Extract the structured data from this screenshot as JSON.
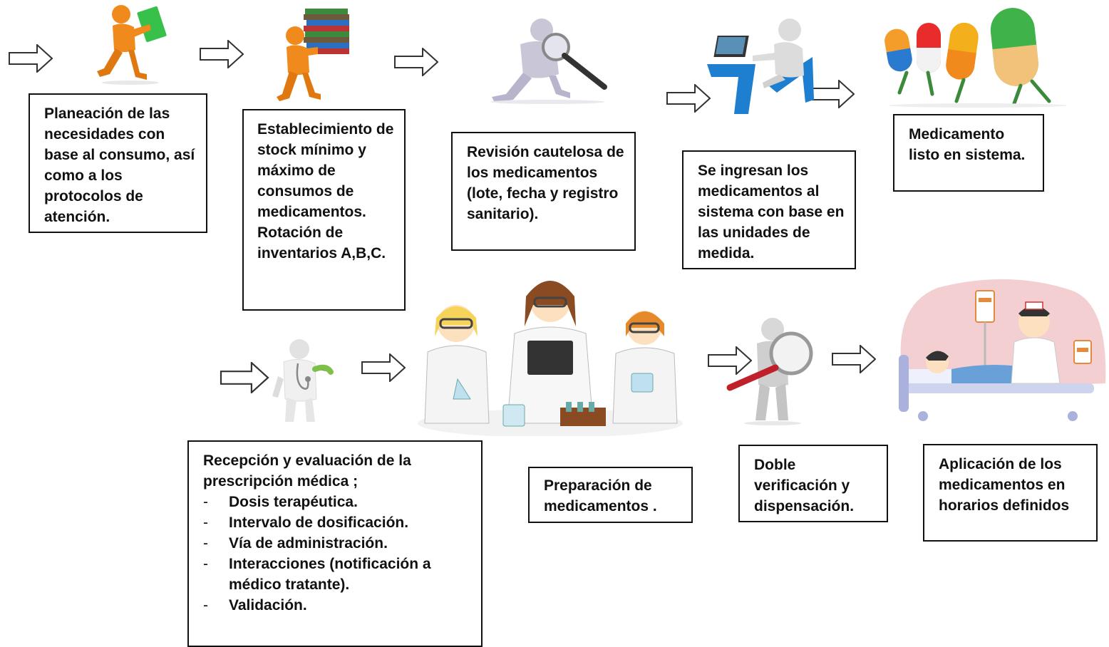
{
  "steps": {
    "planeacion": "Planeación de las necesidades con base al consumo, así como a los protocolos de atención.",
    "establecimiento": "Establecimiento de stock mínimo y máximo de consumos de medicamentos. Rotación de inventarios A,B,C.",
    "revision": "Revisión cautelosa de los medicamentos (lote, fecha y registro sanitario).",
    "ingreso": "Se ingresan los medicamentos al sistema con base en las unidades de medida.",
    "listo": "Medicamento listo en sistema.",
    "recepcion_title": "Recepción y evaluación de la prescripción médica ;",
    "recepcion_items": [
      "Dosis terapéutica.",
      "Intervalo de dosificación.",
      "Vía de administración.",
      "Interacciones (notificación a médico tratante).",
      "Validación."
    ],
    "preparacion": "Preparación de medicamentos .",
    "doble": "Doble verificación y dispensación.",
    "aplicacion": "Aplicación de los medicamentos en horarios definidos"
  },
  "illustrations": [
    "person-carrying-folder-icon",
    "person-carrying-books-icon",
    "person-with-magnifier-icon",
    "person-at-computer-icon",
    "walking-pills-icon",
    "doctor-icon",
    "lab-scientists-icon",
    "magnifier-verification-icon",
    "nurse-patient-icon"
  ],
  "colors": {
    "orange": "#f08a1c",
    "blue": "#1e7fd0",
    "gray": "#c8c8c8",
    "border": "#111111"
  }
}
